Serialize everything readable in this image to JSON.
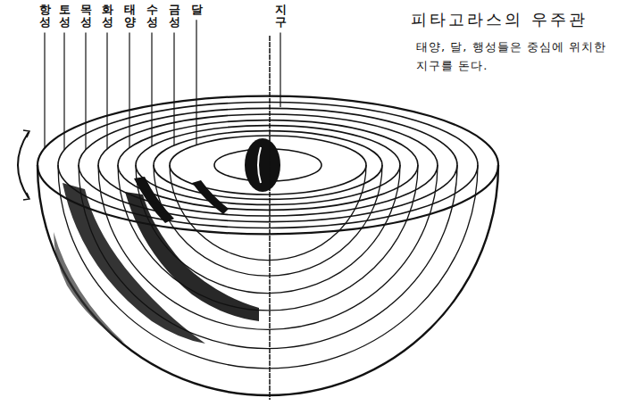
{
  "diagram": {
    "title": "피타고라스의 우주관",
    "caption": "태양, 달, 행성들은 중심에 위치한 지구를 돈다.",
    "labels": [
      "항성",
      "토성",
      "목성",
      "화성",
      "태양",
      "수성",
      "금성",
      "달",
      "지구"
    ]
  }
}
